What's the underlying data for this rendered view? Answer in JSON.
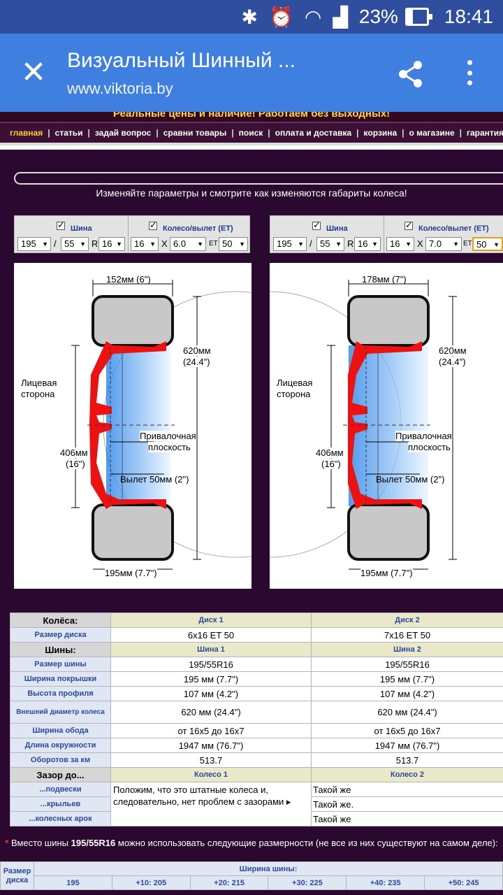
{
  "status": {
    "battery": "23%",
    "time": "18:41"
  },
  "toolbar": {
    "title": "Визуальный Шинный ...",
    "url": "www.viktoria.by"
  },
  "slogan": "Реальные цены и наличие! Работаем без выходных!",
  "nav": [
    "главная",
    "статьи",
    "задай вопрос",
    "сравни товары",
    "поиск",
    "оплата и доставка",
    "корзина",
    "о магазине",
    "гарантия"
  ],
  "section_title": "Шинно-дисковый калькулятор",
  "subtitle": "Изменяйте параметры и смотрите как изменяются габариты колеса!",
  "controls": [
    {
      "tire_label": "Шина",
      "wheel_label": "Колесо/вылет (ET)",
      "width": "195",
      "slash": "/",
      "profile": "55",
      "r": "R",
      "diameter": "16",
      "rim_d": "16",
      "x": "X",
      "rim_w": "6.0",
      "et_label": "ET",
      "et": "50"
    },
    {
      "tire_label": "Шина",
      "wheel_label": "Колесо/вылет (ET)",
      "width": "195",
      "slash": "/",
      "profile": "55",
      "r": "R",
      "diameter": "16",
      "rim_d": "16",
      "x": "X",
      "rim_w": "7.0",
      "et_label": "ET",
      "et": "50"
    }
  ],
  "diagrams": [
    {
      "rim_width_label": "152мм (6\")",
      "outer_label": "620мм",
      "outer_label2": "(24.4\")",
      "face_label": "Лицевая",
      "face_label2": "сторона",
      "mount_label": "Привалочная",
      "mount_label2": "плоскость",
      "rim_d_label": "406мм",
      "rim_d_label2": "(16\")",
      "offset_label": "Вылет 50мм (2\")",
      "tire_width_label": "195мм (7.7\")"
    },
    {
      "rim_width_label": "178мм (7\")",
      "outer_label": "620мм",
      "outer_label2": "(24.4\")",
      "face_label": "Лицевая",
      "face_label2": "сторона",
      "mount_label": "Привалочная",
      "mount_label2": "плоскость",
      "rim_d_label": "406мм",
      "rim_d_label2": "(16\")",
      "offset_label": "Вылет 50мм (2\")",
      "tire_width_label": "195мм (7.7\")"
    }
  ],
  "table": {
    "wheels_header": "Колёса:",
    "disk1": "Диск 1",
    "disk2": "Диск 2",
    "disk_size_label": "Размер диска",
    "disk_size": [
      "6x16 ET 50",
      "7x16 ET 50"
    ],
    "tires_header": "Шины:",
    "tire1": "Шина 1",
    "tire2": "Шина 2",
    "rows": [
      {
        "label": "Размер шины",
        "v1": "195/55R16",
        "v2": "195/55R16"
      },
      {
        "label": "Ширина покрышки",
        "v1": "195 мм (7.7\")",
        "v2": "195 мм (7.7\")"
      },
      {
        "label": "Высота профиля",
        "v1": "107 мм (4.2\")",
        "v2": "107 мм (4.2\")"
      },
      {
        "label": "Внешний диаметр колеса",
        "v1": "620 мм (24.4\")",
        "v2": "620 мм (24.4\")"
      },
      {
        "label": "Ширина обода",
        "v1": "от 16x5 до 16x7",
        "v2": "от 16x5 до 16x7"
      },
      {
        "label": "Длина окружности",
        "v1": "1947 мм (76.7\")",
        "v2": "1947 мм (76.7\")"
      },
      {
        "label": "Оборотов за км",
        "v1": "513.7",
        "v2": "513.7"
      }
    ],
    "gap_header": "Зазор до...",
    "wheel1": "Колесо 1",
    "wheel2": "Колесо 2",
    "gap_rows": [
      "...подвески",
      "...крыльев",
      "...колесных арок"
    ],
    "gap_note": "Положим, что это штатные колеса и, следовательно, нет проблем с зазорами ▸",
    "gap_values": [
      "Такой же",
      "Такой же.",
      "Такой же"
    ]
  },
  "alternatives": {
    "prefix": "*",
    "text1": "Вместо шины",
    "size": "195/55R16",
    "text2": "можно использовать следующие размерности (не все из них существуют на самом деле):"
  },
  "sizes": {
    "corner": "Размер диска",
    "caption": "Ширина шины:",
    "cols": [
      "195",
      "+10: 205",
      "+20: 215",
      "+30: 225",
      "+40: 235",
      "+50: 245"
    ]
  },
  "colors": {
    "statusbar": "#2f4f9e",
    "toolbar": "#3f7fe0",
    "page_bg": "#2b0830",
    "rim": "#ee1111",
    "tire": "#c8c8c8"
  }
}
